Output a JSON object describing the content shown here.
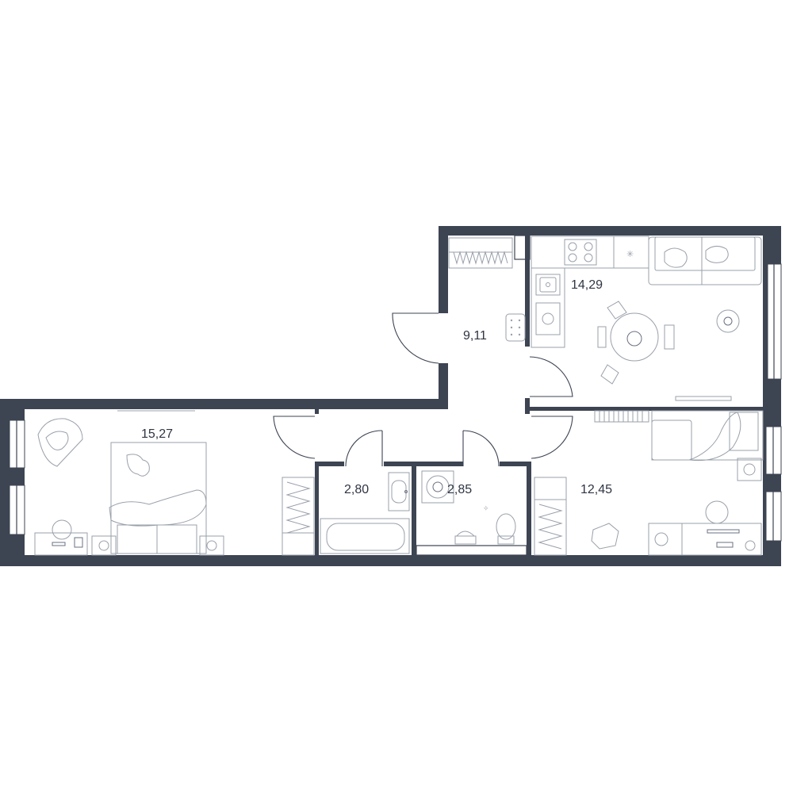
{
  "rooms": {
    "hall": {
      "area": "9,11"
    },
    "kitchen_living": {
      "area": "14,29"
    },
    "bedroom_left": {
      "area": "15,27"
    },
    "bedroom_right": {
      "area": "12,45"
    },
    "bathroom": {
      "area": "2,80"
    },
    "toilet": {
      "area": "2,85"
    }
  },
  "colors": {
    "wall": "#3d4452",
    "fixture": "#9aa0aa",
    "background": "#ffffff"
  }
}
